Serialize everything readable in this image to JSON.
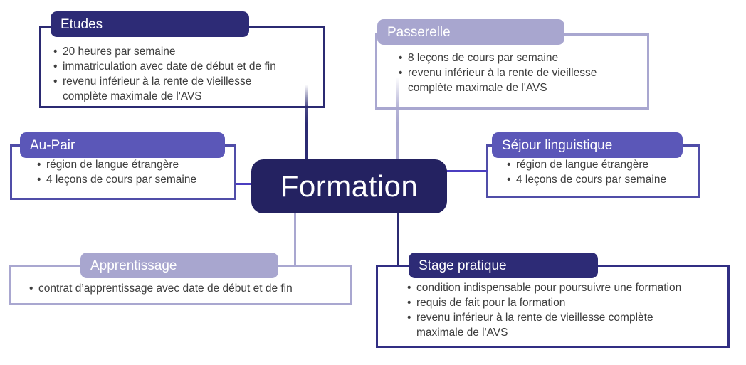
{
  "diagram": {
    "center": {
      "label": "Formation"
    },
    "nodes": [
      {
        "id": "etudes",
        "title": "Etudes",
        "bullets": [
          "20 heures par semaine",
          "immatriculation avec date de début et de fin",
          "revenu inférieur à la rente de vieillesse\ncomplète maximale de l'AVS"
        ]
      },
      {
        "id": "passerelle",
        "title": "Passerelle",
        "bullets": [
          "8 leçons de cours par semaine",
          "revenu inférieur à la rente de vieillesse\ncomplète maximale de l'AVS"
        ]
      },
      {
        "id": "au-pair",
        "title": "Au-Pair",
        "bullets": [
          "région de langue étrangère",
          "4 leçons de cours par semaine"
        ]
      },
      {
        "id": "sejour-linguistique",
        "title": "Séjour linguistique",
        "bullets": [
          "région de langue étrangère",
          "4 leçons de cours par semaine"
        ]
      },
      {
        "id": "apprentissage",
        "title": "Apprentissage",
        "bullets": [
          "contrat d’apprentissage avec date de début et de fin"
        ]
      },
      {
        "id": "stage-pratique",
        "title": "Stage pratique",
        "bullets": [
          "condition indispensable pour poursuivre une formation",
          "requis de fait pour la formation",
          "revenu inférieur à la rente de vieillesse complète\nmaximale de l'AVS"
        ]
      }
    ],
    "palette": {
      "dark_navy": "#2b2a72",
      "navy_header": "#2d2b76",
      "center_fill": "#242261",
      "stage_border": "#312e83",
      "indigo_border": "#504da8",
      "purple_header": "#5b57b8",
      "lavender": "#a9a7d0",
      "lavender_header": "#a8a6cf",
      "connector_violet": "#4b3ec0",
      "bullet_text": "#3d3d3d",
      "header_text": "#ffffff",
      "background": "#ffffff"
    }
  }
}
